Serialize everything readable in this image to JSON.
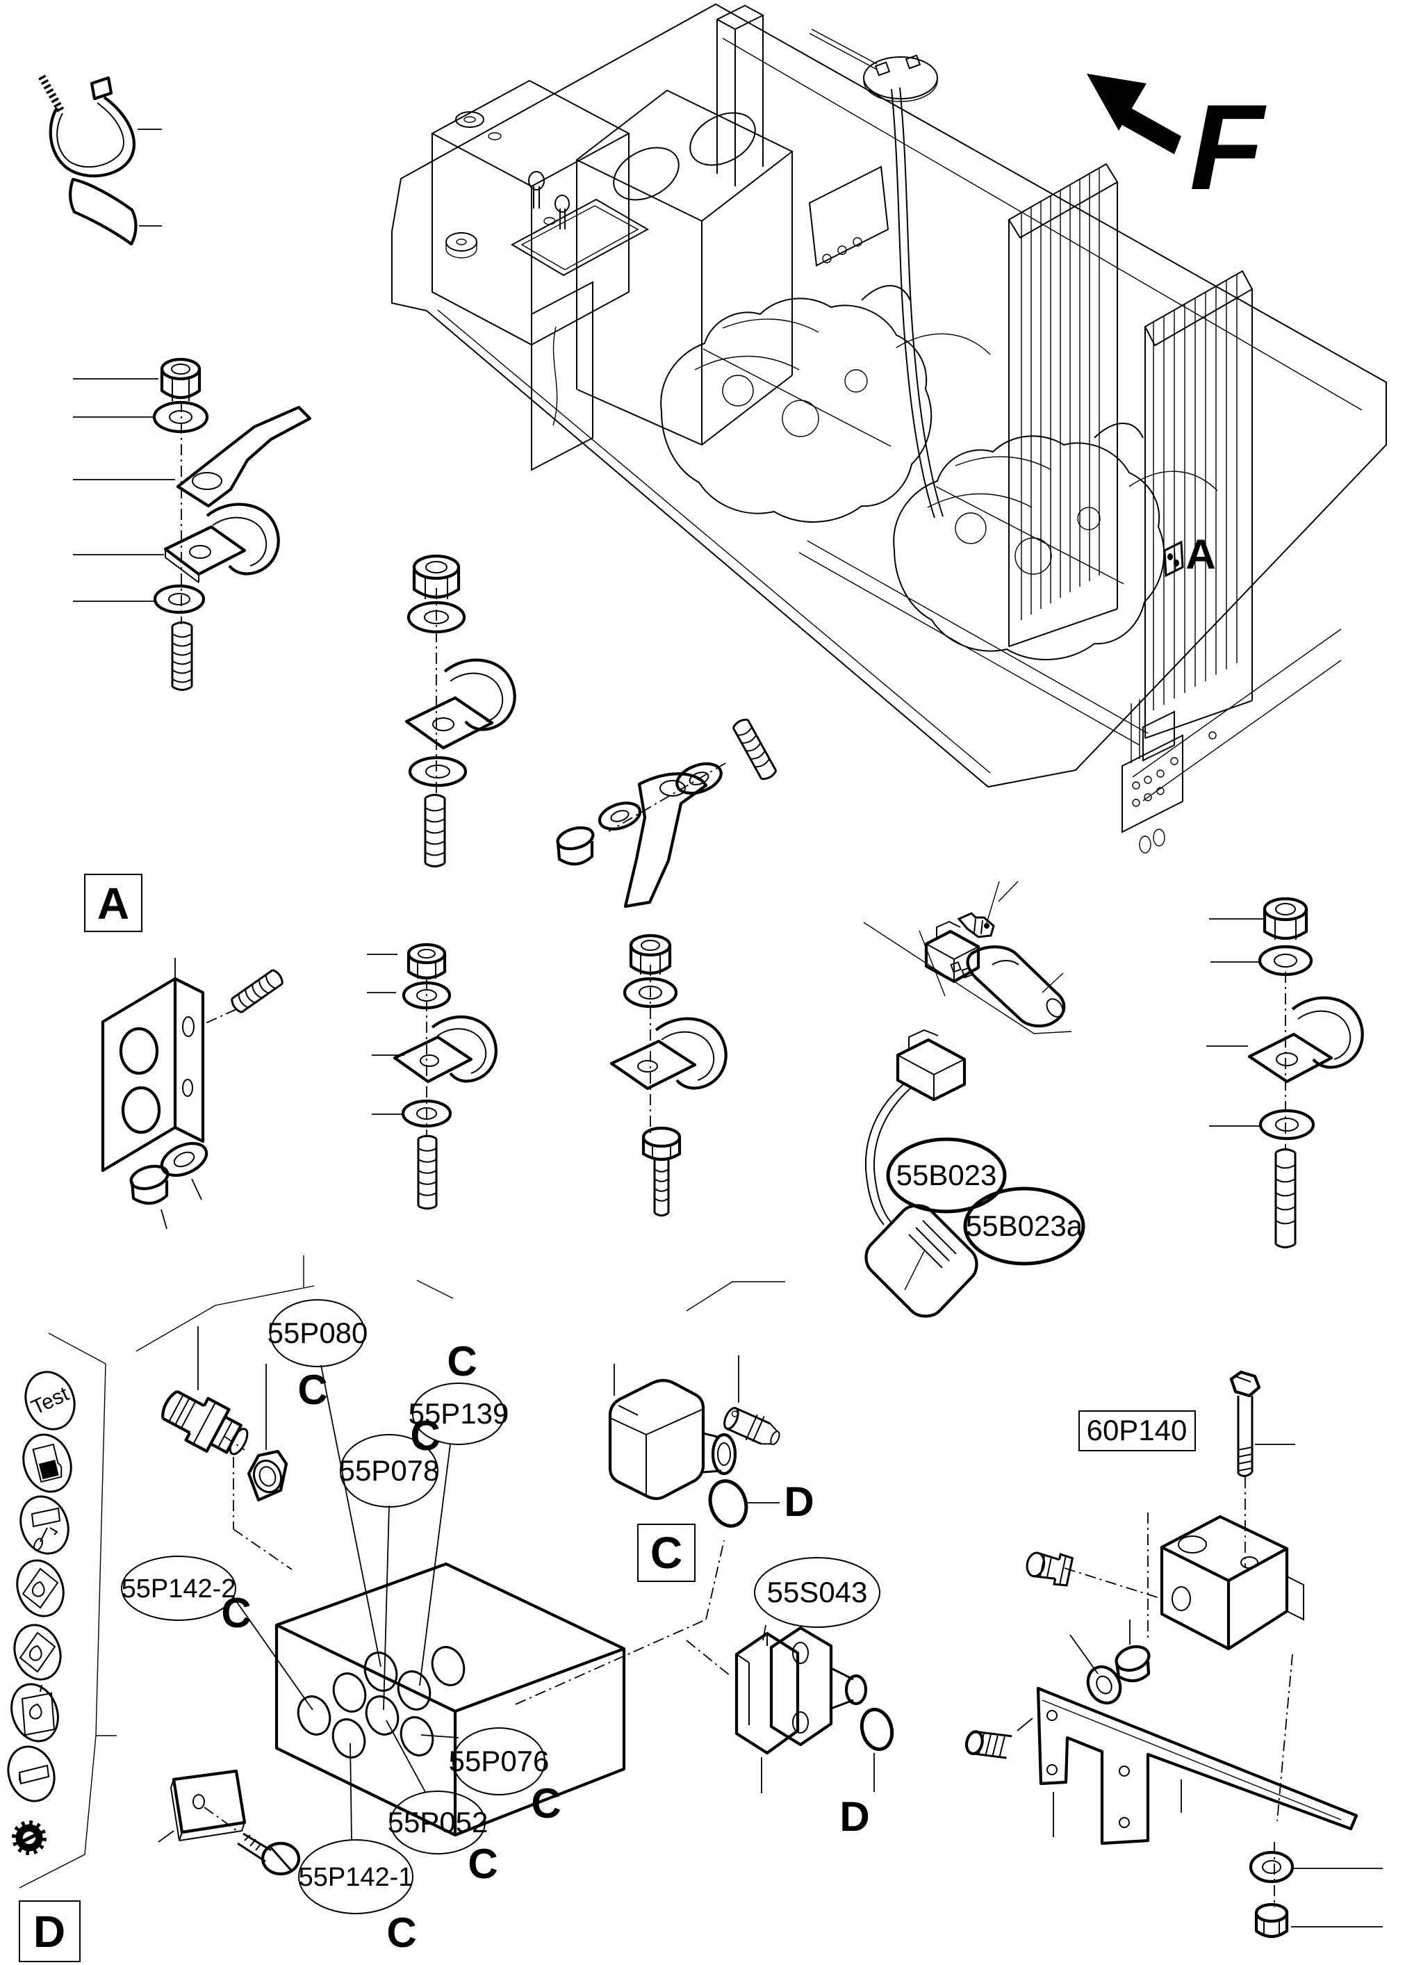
{
  "figure": {
    "orientation_letter": "F",
    "detail_marker_a": "A"
  },
  "section_boxes": {
    "a": "A",
    "c": "C",
    "d": "D"
  },
  "callouts": {
    "c": "C",
    "d": "D"
  },
  "part_labels": {
    "p55p080": "55P080",
    "p55p139": "55P139",
    "p55p078": "55P078",
    "p55p142_2": "55P142-2",
    "p55p142_1": "55P142-1",
    "p55p076": "55P076",
    "p55p052": "55P052",
    "p55s043": "55S043",
    "p55b023": "55B023",
    "p55b023a": "55B023a",
    "p60p140": "60P140"
  },
  "legend": {
    "test_label": "Test",
    "icons": [
      "test-label",
      "fuel-level-icon",
      "control-lever-icon",
      "drop-diamond-icon",
      "drop-diamond-icon",
      "drop-square-icon",
      "slot-icon",
      "gear-icon"
    ]
  },
  "colors": {
    "line": "#000000",
    "background": "#ffffff"
  }
}
